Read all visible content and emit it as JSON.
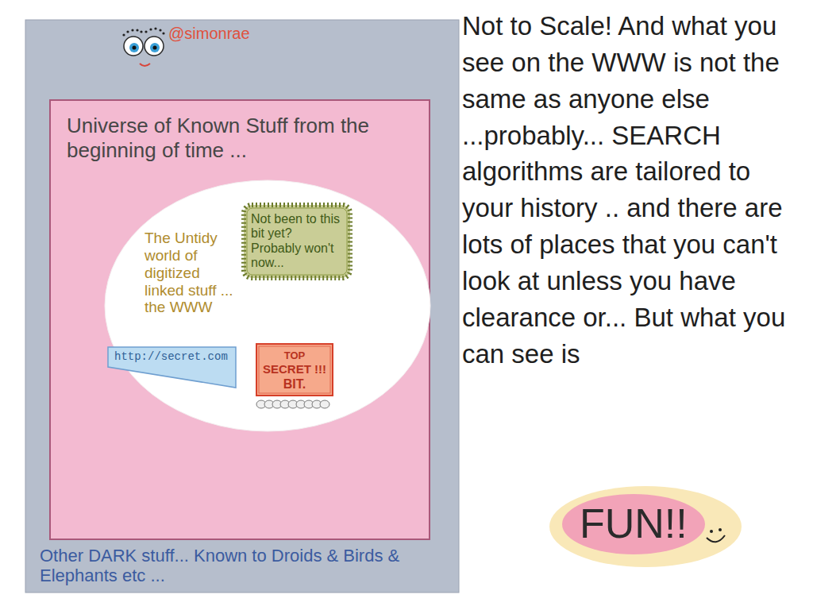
{
  "diagram": {
    "nodes": [
      {
        "text": [
          "Other DARK stuff... Known to Droids & Birds & Elephants etc ..."
        ]
      },
      {
        "text": [
          "Universe of Known Stuff from the beginning of time ..."
        ],
        "in": 0
      },
      {
        "text": [
          "The Untidy world of digitized linked stuff ... the WWW"
        ],
        "in": 1
      },
      {
        "text": [
          "Not been to this bit yet? Probably won't now..."
        ],
        "in": 2
      },
      {
        "text": [
          "http://secret.com"
        ],
        "in": 2
      },
      {
        "text": [
          "TOP",
          "SECRET !!!",
          "BIT."
        ],
        "in": 2
      },
      {
        "text": [
          "FUN!!"
        ]
      }
    ],
    "labels": [
      "@simonrae",
      "Not to Scale! And what you see on the WWW is not the same as anyone else ...probably... SEARCH algorithms are tailored to your history .. and there are lots of places that you can't look at unless you have clearance or... But what you can see is"
    ]
  }
}
